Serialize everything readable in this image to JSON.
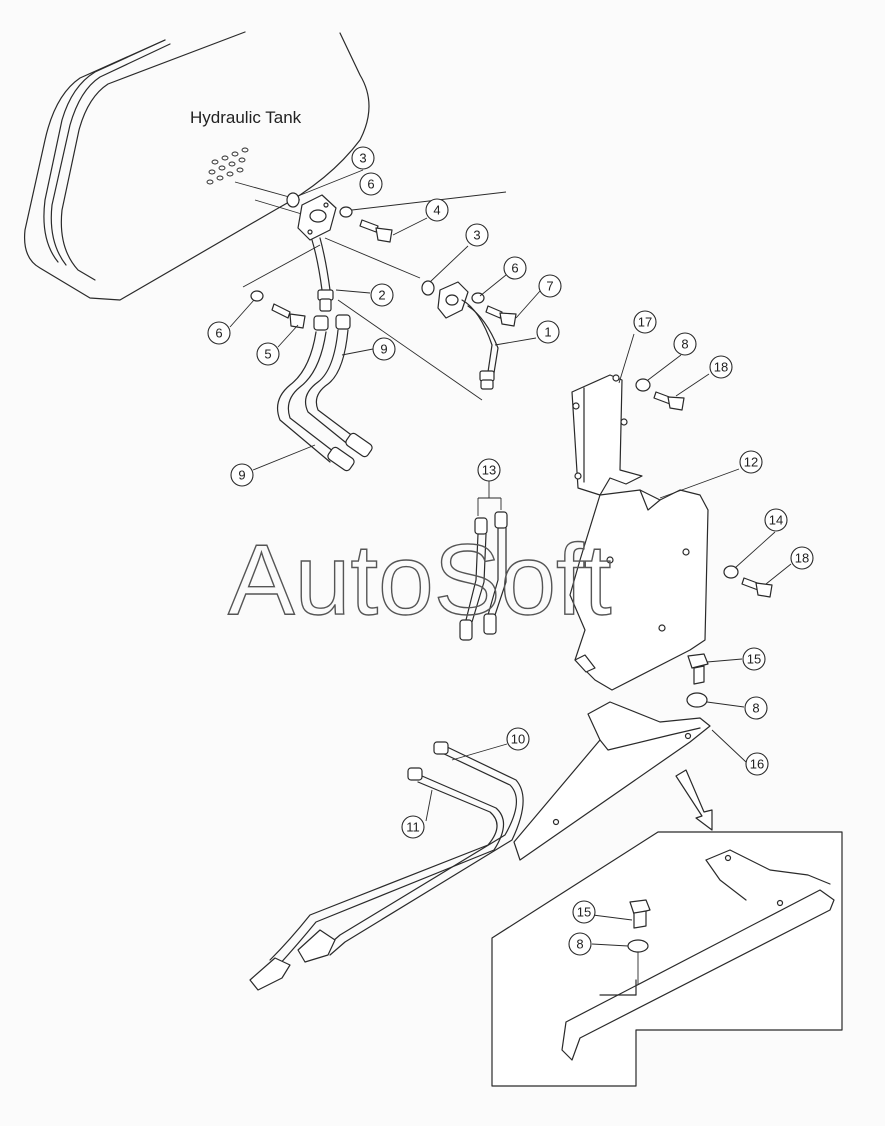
{
  "diagram": {
    "tank_label": "Hydraulic Tank",
    "watermark": "AutoSoft",
    "callouts": {
      "c1": "1",
      "c2": "2",
      "c3a": "3",
      "c3b": "3",
      "c4": "4",
      "c5": "5",
      "c6a": "6",
      "c6b": "6",
      "c6c": "6",
      "c7": "7",
      "c8a": "8",
      "c8b": "8",
      "c8c": "8",
      "c9a": "9",
      "c9b": "9",
      "c10": "10",
      "c11": "11",
      "c12": "12",
      "c13": "13",
      "c14": "14",
      "c15a": "15",
      "c15b": "15",
      "c16": "16",
      "c17": "17",
      "c18a": "18",
      "c18b": "18"
    }
  }
}
